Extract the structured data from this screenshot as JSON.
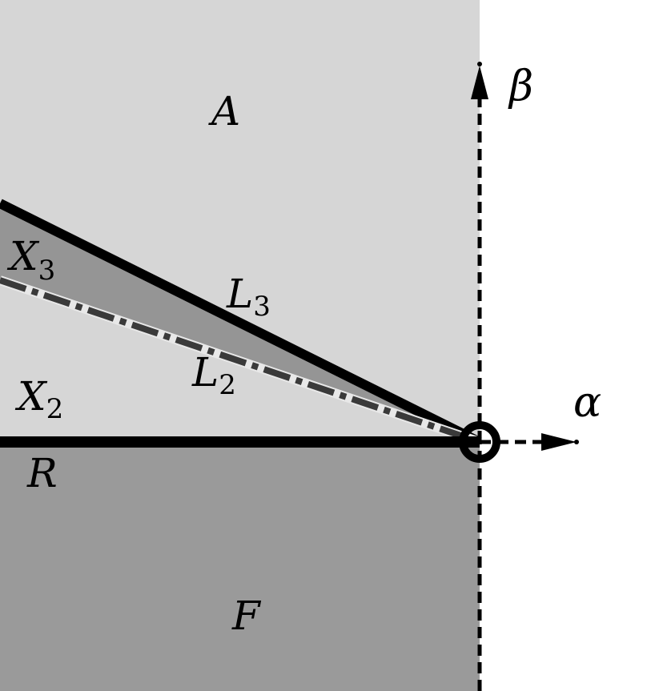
{
  "colors": {
    "background": "#ffffff",
    "region_light": "#d6d6d6",
    "region_dark": "#9a9a9a",
    "region_x3": "#959595",
    "line_solid": "#000000",
    "line_dashdot": "#3a3a3a"
  },
  "labels": {
    "region_a": "A",
    "region_f": "F",
    "region_r": "R",
    "region_x2": {
      "base": "X",
      "sub": "2"
    },
    "region_x3": {
      "base": "X",
      "sub": "3"
    },
    "line_l2": {
      "base": "L",
      "sub": "2"
    },
    "line_l3": {
      "base": "L",
      "sub": "3"
    },
    "axis_alpha": "α",
    "axis_beta": "β"
  }
}
